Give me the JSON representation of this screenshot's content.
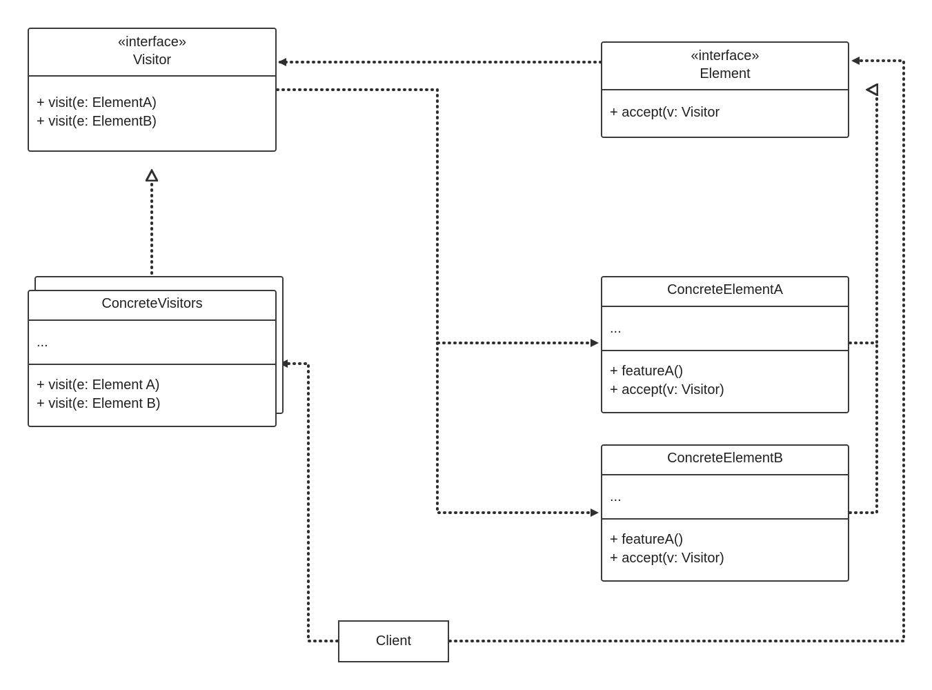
{
  "diagram": {
    "visitor": {
      "stereotype": "«interface»",
      "name": "Visitor",
      "methods": [
        "+ visit(e: ElementA)",
        "+ visit(e: ElementB)"
      ]
    },
    "element": {
      "stereotype": "«interface»",
      "name": "Element",
      "methods": [
        "+ accept(v: Visitor"
      ]
    },
    "concrete_visitors": {
      "name": "ConcreteVisitors",
      "fields": [
        "..."
      ],
      "methods": [
        "+ visit(e: Element A)",
        "+ visit(e: Element B)"
      ]
    },
    "concrete_element_a": {
      "name": "ConcreteElementA",
      "fields": [
        "..."
      ],
      "methods": [
        "+ featureA()",
        "+ accept(v: Visitor)"
      ]
    },
    "concrete_element_b": {
      "name": "ConcreteElementB",
      "fields": [
        "..."
      ],
      "methods": [
        "+ featureA()",
        "+ accept(v: Visitor)"
      ]
    },
    "client": {
      "name": "Client"
    }
  },
  "colors": {
    "stroke": "#3a3a3a",
    "text": "#1f1f1f",
    "background": "#ffffff"
  }
}
